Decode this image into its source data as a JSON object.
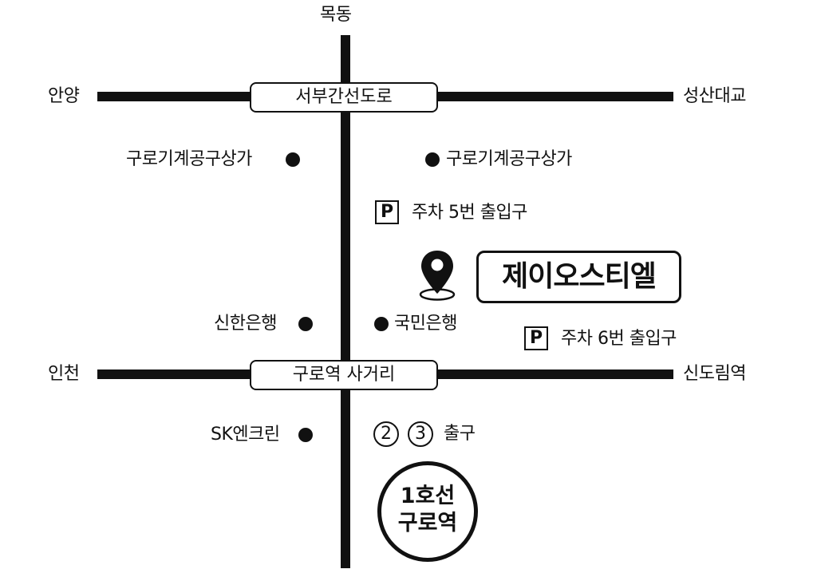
{
  "roads": {
    "north": "목동",
    "west_top": "안양",
    "east_top": "성산대교",
    "top_road": "서부간선도로",
    "west_bottom": "인천",
    "east_bottom": "신도림역",
    "bottom_road": "구로역 사거리"
  },
  "landmarks": {
    "left_top": "구로기계공구상가",
    "right_top": "구로기계공구상가",
    "left_mid": "신한은행",
    "right_mid": "국민은행",
    "left_bottom": "SK엔크린"
  },
  "parking": {
    "symbol": "P",
    "entrance_5": "주차 5번 출입구",
    "entrance_6": "주차 6번 출입구"
  },
  "destination": {
    "name": "제이오스티엘",
    "icon": "location-pin-icon"
  },
  "exit": {
    "num1": "②",
    "num2": "③",
    "label": "출구"
  },
  "station": {
    "line": "1호선",
    "name": "구로역"
  }
}
